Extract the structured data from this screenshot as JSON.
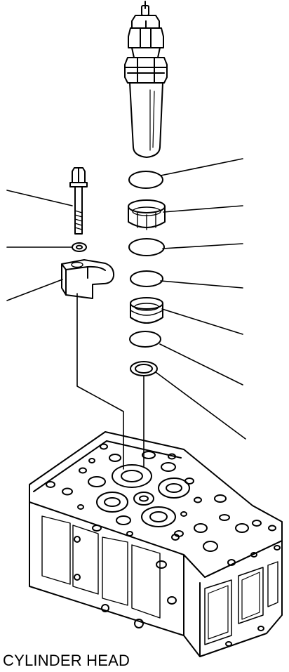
{
  "diagram": {
    "caption": "CYLINDER HEAD",
    "line_color": "#000000",
    "background_color": "#ffffff",
    "parts": [
      {
        "name": "injector-nozzle"
      },
      {
        "name": "upper-o-ring"
      },
      {
        "name": "injector-sleeve"
      },
      {
        "name": "middle-o-ring"
      },
      {
        "name": "lower-o-ring-1"
      },
      {
        "name": "lower-sleeve"
      },
      {
        "name": "lower-o-ring-2"
      },
      {
        "name": "seat-gasket"
      },
      {
        "name": "mounting-bolt"
      },
      {
        "name": "washer"
      },
      {
        "name": "injector-clamp"
      },
      {
        "name": "cylinder-head"
      }
    ]
  }
}
